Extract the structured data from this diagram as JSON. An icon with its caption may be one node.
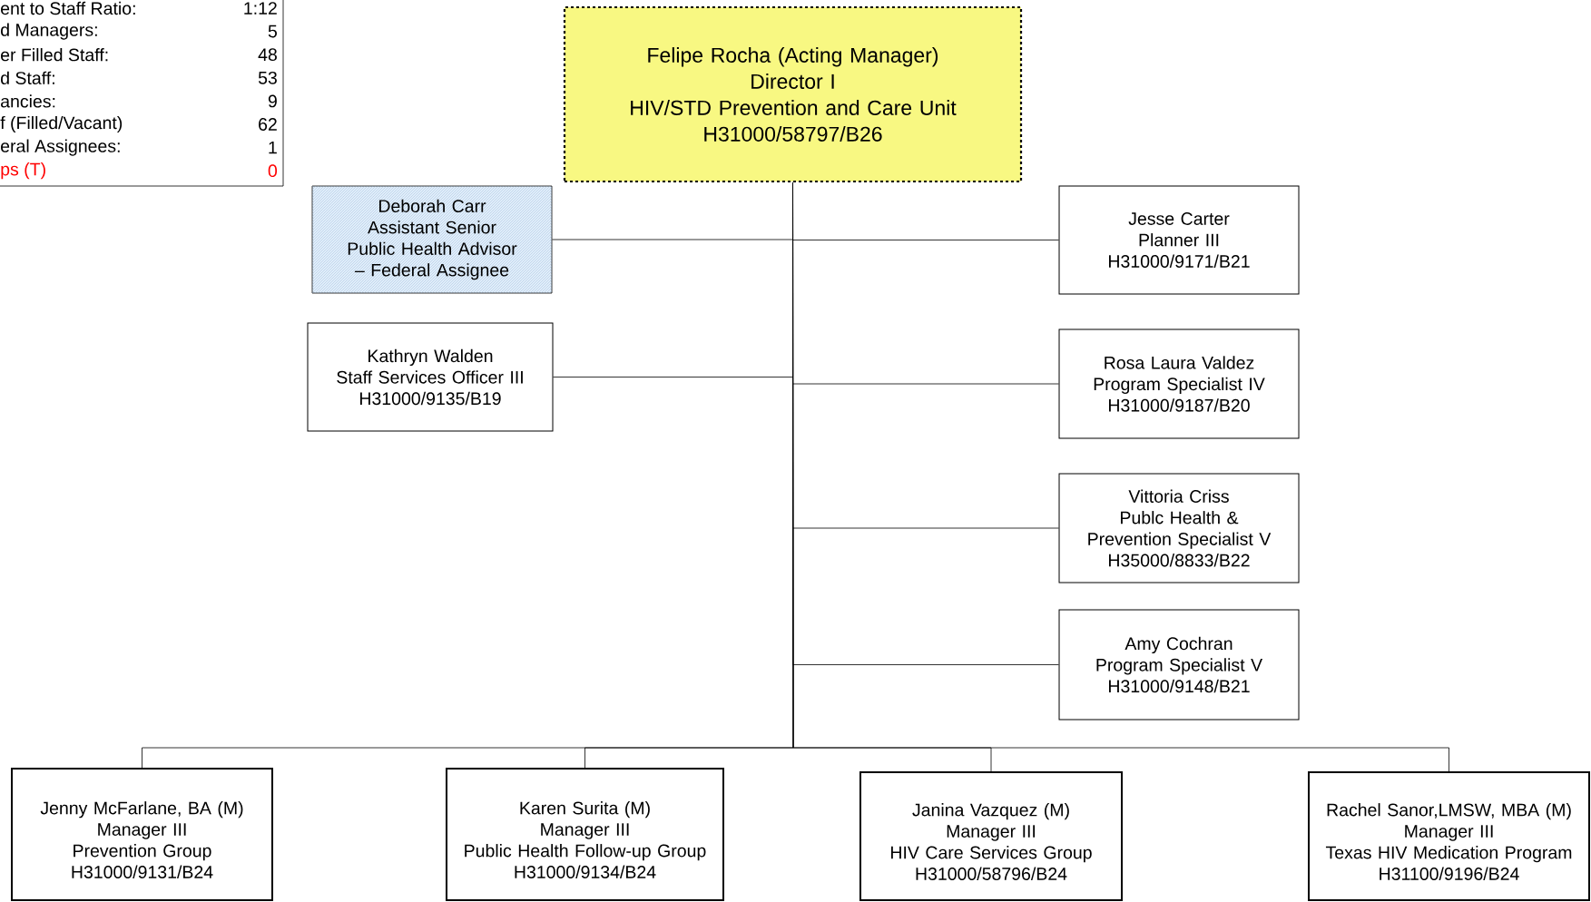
{
  "diagram": {
    "nodes": [
      {
        "text": [
          "Felipe Rocha (Acting Manager)",
          "Director I",
          "HIV/STD Prevention and Care Unit",
          "H31000/58797/B26"
        ]
      },
      {
        "text": [
          "Deborah Carr",
          "Assistant Senior Public Health Advisor – Federal Assignee"
        ]
      },
      {
        "text": [
          "Jesse Carter",
          "Planner III",
          "H31000/9171/B21"
        ]
      },
      {
        "text": [
          "Kathryn Walden",
          "Staff Services Officer III",
          "H31000/9135/B19"
        ]
      },
      {
        "text": [
          "Rosa Laura Valdez",
          "Program Specialist IV",
          "H31000/9187/B20"
        ]
      },
      {
        "text": [
          "Vittoria Criss",
          "Publc Health & Prevention Specialist V",
          "H35000/8833/B22"
        ]
      },
      {
        "text": [
          "Amy Cochran",
          "Program Specialist V",
          "H31000/9148/B21"
        ]
      },
      {
        "text": [
          "Jenny McFarlane, BA (M)",
          "Manager III",
          "Prevention Group",
          "H31000/9131/B24"
        ]
      },
      {
        "text": [
          "Karen Surita (M)",
          "Manager III",
          "Public Health Follow-up Group",
          "H31000/9134/B24"
        ]
      },
      {
        "text": [
          "Janina Vazquez (M)",
          "Manager III",
          "HIV Care Services Group",
          "H31000/58796/B24"
        ]
      },
      {
        "text": [
          "Rachel Sanor,LMSW, MBA (M)",
          "Manager III",
          "Texas HIV Medication Program",
          "H31100/9196/B24"
        ]
      }
    ],
    "edges": [
      {
        "from": 0,
        "to": 1,
        "arrow": "none"
      },
      {
        "from": 0,
        "to": 2,
        "arrow": "none"
      },
      {
        "from": 0,
        "to": 3,
        "arrow": "none"
      },
      {
        "from": 0,
        "to": 4,
        "arrow": "none"
      },
      {
        "from": 0,
        "to": 5,
        "arrow": "none"
      },
      {
        "from": 0,
        "to": 6,
        "arrow": "none"
      },
      {
        "from": 0,
        "to": 7,
        "arrow": "none"
      },
      {
        "from": 0,
        "to": 8,
        "arrow": "none"
      },
      {
        "from": 0,
        "to": 9,
        "arrow": "none"
      },
      {
        "from": 0,
        "to": 10,
        "arrow": "none"
      }
    ],
    "labels": [
      "ent to Staff Ratio:",
      "1:12",
      "d Managers:",
      "5",
      "er Filled Staff:",
      "48",
      "d Staff:",
      "53",
      "ancies:",
      "9",
      "f (Filled/Vacant)",
      "62",
      "eral Assignees:",
      "1",
      "ps (T)",
      "0"
    ]
  }
}
